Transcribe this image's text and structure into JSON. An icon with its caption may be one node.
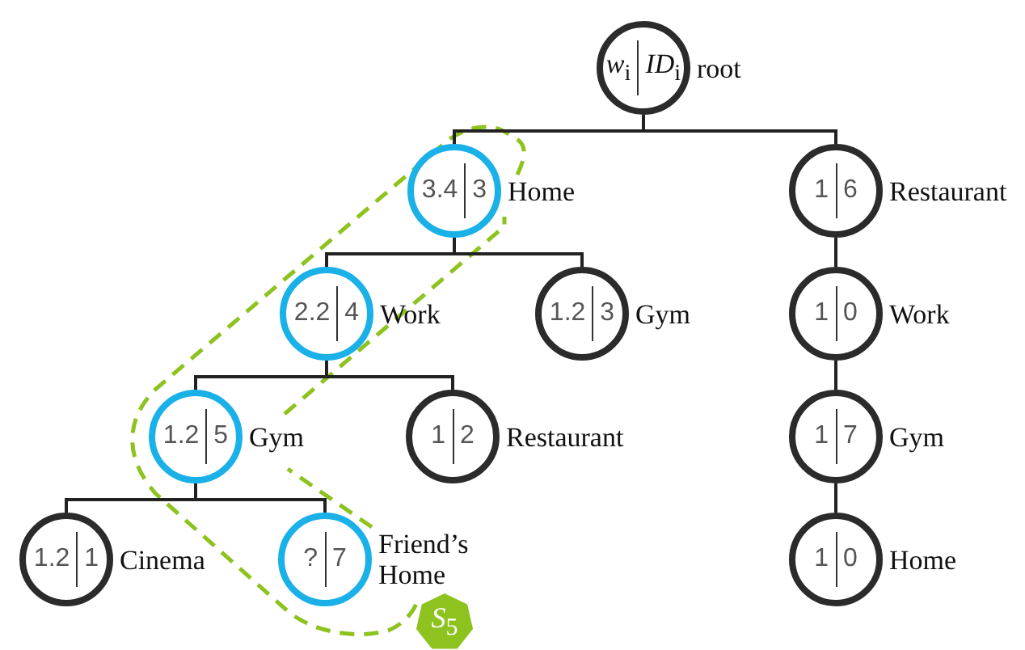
{
  "diagram": {
    "nodes": [
      {
        "text": [
          "*w*$_{i}$",
          "*ID*$_{i}$"
        ],
        "beside": [
          "root"
        ]
      },
      {
        "text": [
          "3.4",
          "3"
        ],
        "beside": [
          "Home"
        ]
      },
      {
        "text": [
          "1",
          "6"
        ],
        "beside": [
          "Restaurant"
        ]
      },
      {
        "text": [
          "2.2",
          "4"
        ],
        "beside": [
          "Work"
        ]
      },
      {
        "text": [
          "1.2",
          "3"
        ],
        "beside": [
          "Gym"
        ]
      },
      {
        "text": [
          "1",
          "0"
        ],
        "beside": [
          "Work"
        ]
      },
      {
        "text": [
          "1.2",
          "5"
        ],
        "beside": [
          "Gym"
        ]
      },
      {
        "text": [
          "1",
          "2"
        ],
        "beside": [
          "Restaurant"
        ]
      },
      {
        "text": [
          "1",
          "7"
        ],
        "beside": [
          "Gym"
        ]
      },
      {
        "text": [
          "1.2",
          "1"
        ],
        "beside": [
          "Cinema"
        ]
      },
      {
        "text": [
          "?",
          "7"
        ],
        "beside": [
          "Friend’s Home"
        ]
      },
      {
        "text": [
          "1",
          "0"
        ],
        "beside": [
          "Home"
        ]
      },
      {
        "text": [
          "*S*$_{5}$"
        ]
      }
    ],
    "edges": [
      {
        "from": 0,
        "to": 1,
        "arrow": "none"
      },
      {
        "from": 0,
        "to": 2,
        "arrow": "none"
      },
      {
        "from": 1,
        "to": 3,
        "arrow": "none"
      },
      {
        "from": 1,
        "to": 4,
        "arrow": "none"
      },
      {
        "from": 2,
        "to": 5,
        "arrow": "none"
      },
      {
        "from": 3,
        "to": 6,
        "arrow": "none"
      },
      {
        "from": 3,
        "to": 7,
        "arrow": "none"
      },
      {
        "from": 5,
        "to": 8,
        "arrow": "none"
      },
      {
        "from": 6,
        "to": 9,
        "arrow": "none"
      },
      {
        "from": 6,
        "to": 10,
        "arrow": "none"
      },
      {
        "from": 8,
        "to": 11,
        "arrow": "none"
      }
    ]
  }
}
